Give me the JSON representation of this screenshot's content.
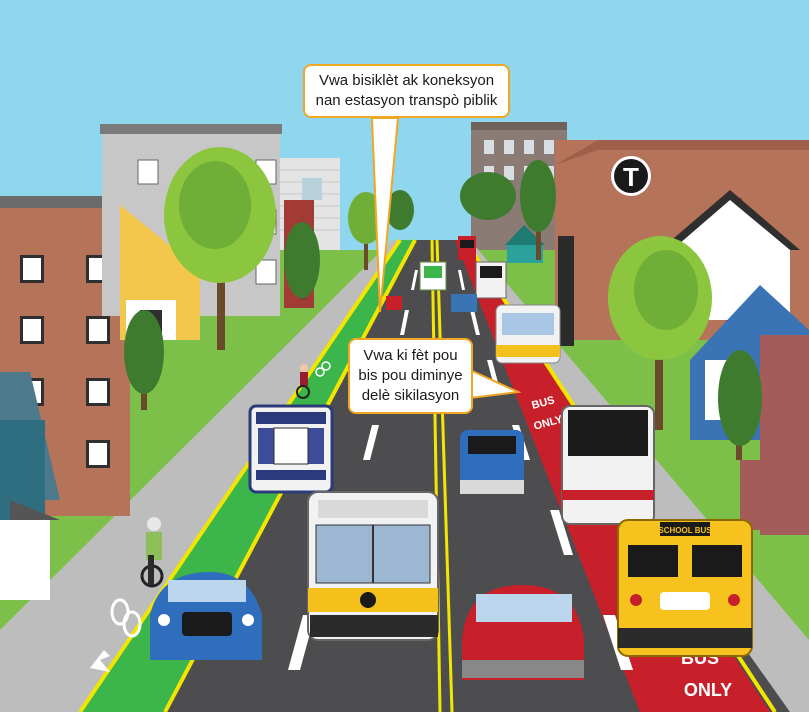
{
  "callouts": {
    "bike_lanes": {
      "line1": "Vwa bisiklèt ak koneksyon",
      "line2": "nan estasyon transpò piblik"
    },
    "bus_lanes": {
      "line1": "Vwa ki fèt pou",
      "line2": "bis pou diminye",
      "line3": "delè sikilasyon"
    }
  },
  "road_markings": {
    "bus_only_top_1": "BUS",
    "bus_only_top_2": "ONLY",
    "bus_only_bottom_1": "BUS",
    "bus_only_bottom_2": "ONLY"
  },
  "vehicles": {
    "school_bus_sign": "SCHOOL BUS",
    "transit_logo": "T"
  },
  "colors": {
    "sky": "#8fd6ef",
    "callout_border": "#f2a722",
    "bus_lane": "#c8202a",
    "bike_lane": "#3cb54a",
    "road": "#4d4d4f",
    "grass": "#7cc04a"
  }
}
